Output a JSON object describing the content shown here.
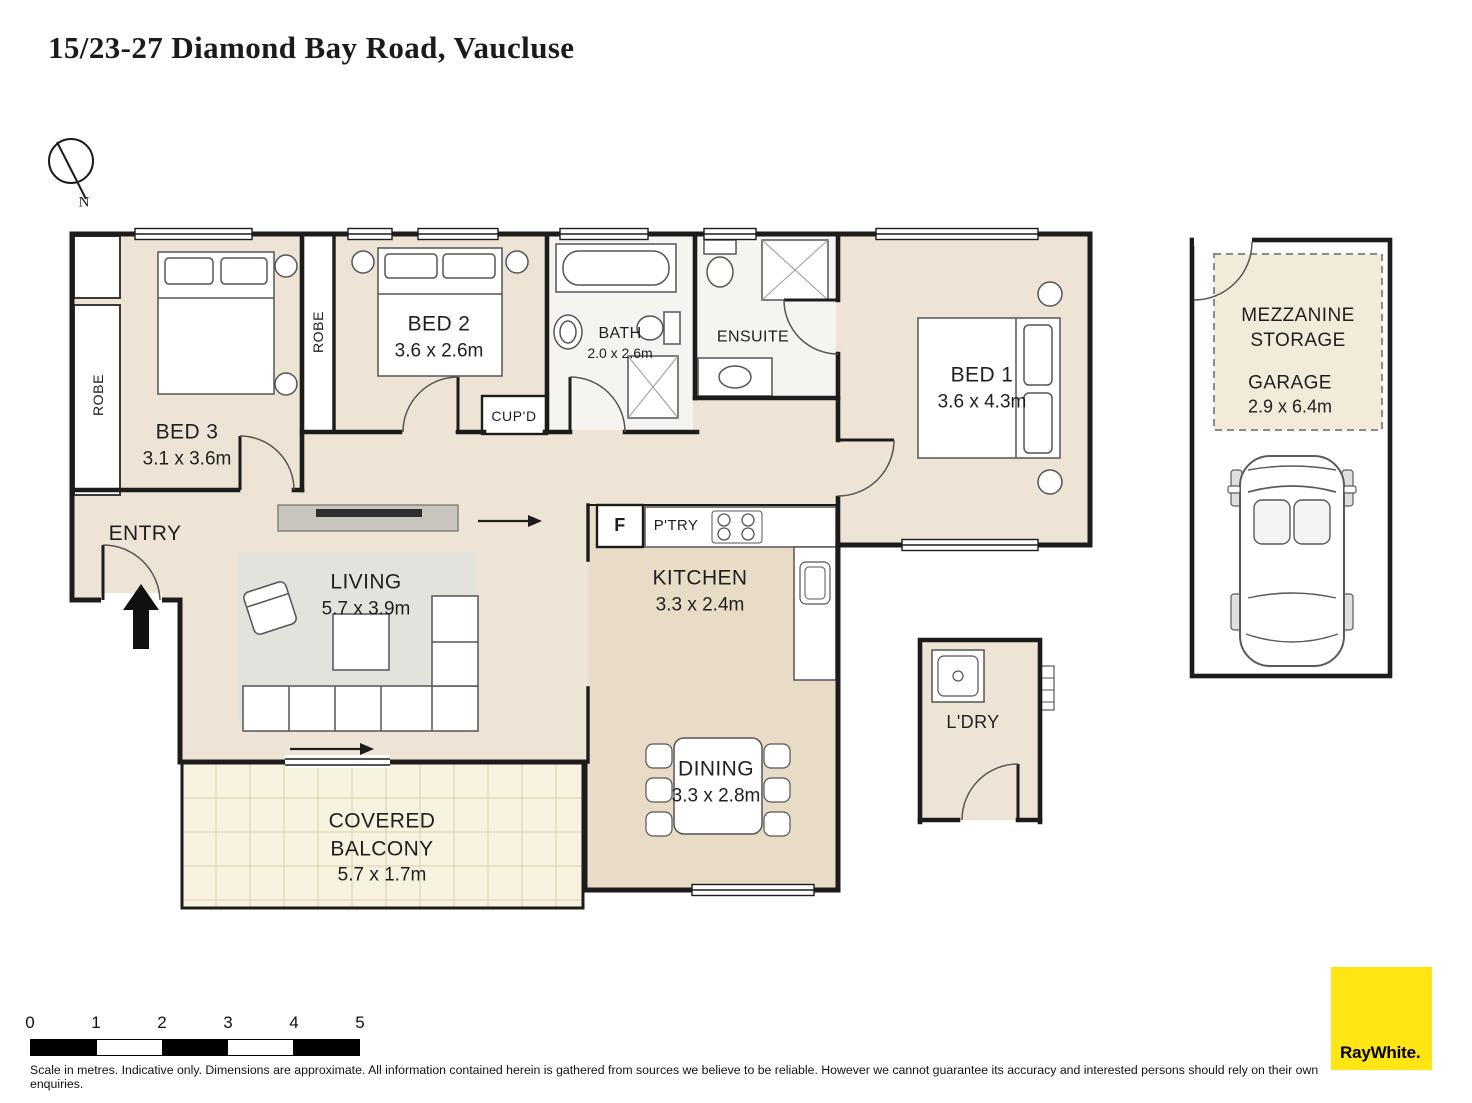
{
  "title": "15/23-27 Diamond Bay Road, Vaucluse",
  "compass": {
    "north_label": "N"
  },
  "rooms": {
    "bed1": {
      "name": "BED 1",
      "dims": "3.6 x 4.3m"
    },
    "bed2": {
      "name": "BED 2",
      "dims": "3.6 x 2.6m"
    },
    "bed3": {
      "name": "BED 3",
      "dims": "3.1 x 3.6m"
    },
    "bath": {
      "name": "BATH",
      "dims": "2.0 x 2.6m"
    },
    "ensuite": {
      "name": "ENSUITE"
    },
    "cupboard": {
      "name": "CUP'D"
    },
    "robe_bed3": {
      "name": "ROBE"
    },
    "robe_bed2": {
      "name": "ROBE"
    },
    "entry": {
      "name": "ENTRY"
    },
    "living": {
      "name": "LIVING",
      "dims": "5.7 x 3.9m"
    },
    "kitchen": {
      "name": "KITCHEN",
      "dims": "3.3 x 2.4m"
    },
    "fridge": {
      "name": "F"
    },
    "pantry": {
      "name": "P'TRY"
    },
    "dining": {
      "name": "DINING",
      "dims": "3.3 x 2.8m"
    },
    "laundry": {
      "name": "L'DRY"
    },
    "balcony": {
      "name": "COVERED BALCONY",
      "dims": "5.7 x 1.7m"
    },
    "mezzanine": {
      "name": "MEZZANINE STORAGE"
    },
    "garage": {
      "name": "GARAGE",
      "dims": "2.9 x 6.4m"
    }
  },
  "scale_bar": {
    "ticks": [
      "0",
      "1",
      "2",
      "3",
      "4",
      "5"
    ]
  },
  "disclaimer": "Scale in metres. Indicative only. Dimensions are approximate. All information contained herein is gathered from sources we believe to be reliable. However we cannot guarantee its accuracy and interested persons should rely on their own enquiries.",
  "brand": {
    "logo_text": "RayWhite.",
    "logo_color": "#FFE512"
  }
}
